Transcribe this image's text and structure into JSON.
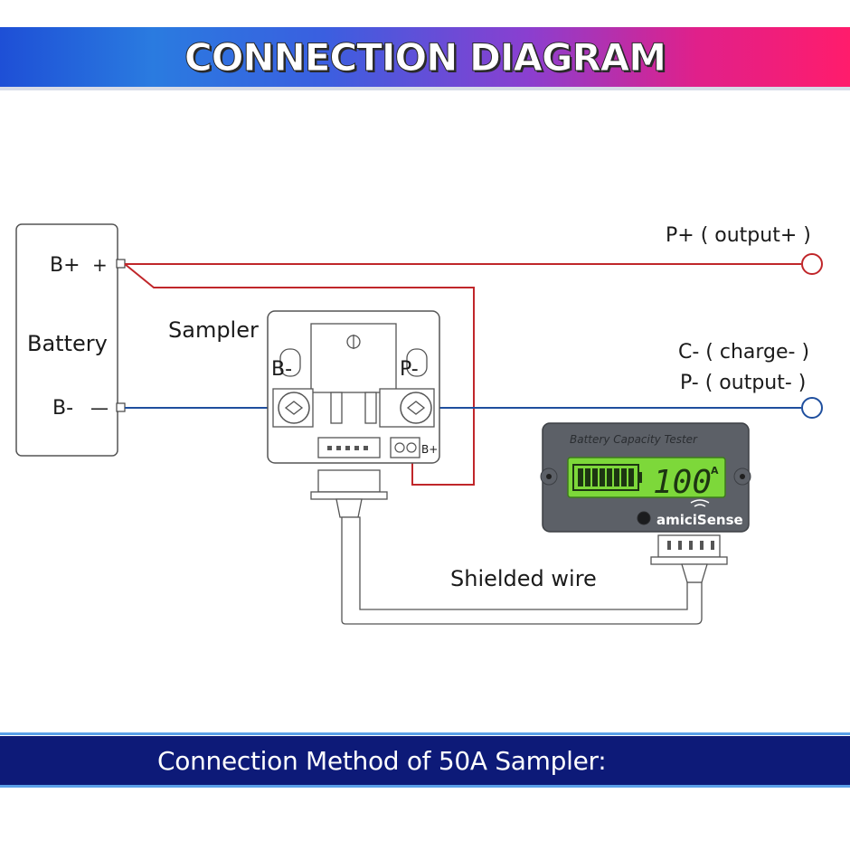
{
  "header": {
    "title": "CONNECTION DIAGRAM"
  },
  "footer": {
    "text": "Connection Method of 50A Sampler:"
  },
  "diagram": {
    "battery": {
      "label": "Battery",
      "pos_label": "B+",
      "pos_sign": "+",
      "neg_label": "B-",
      "neg_sign": "—"
    },
    "sampler": {
      "label": "Sampler",
      "bminus": "B-",
      "pminus": "P-",
      "bplus": "B+"
    },
    "outputs": {
      "p_plus": "P+ ( output+ )",
      "c_minus": "C- ( charge- )",
      "p_minus": "P- ( output- )"
    },
    "wire_label": "Shielded wire",
    "meter": {
      "title": "Battery Capacity Tester",
      "reading": "100",
      "unit": "A",
      "brand": "amiciSense"
    },
    "colors": {
      "positive_wire": "#c0262a",
      "negative_wire": "#1f4f9e",
      "lcd": "#7dd83a"
    }
  }
}
